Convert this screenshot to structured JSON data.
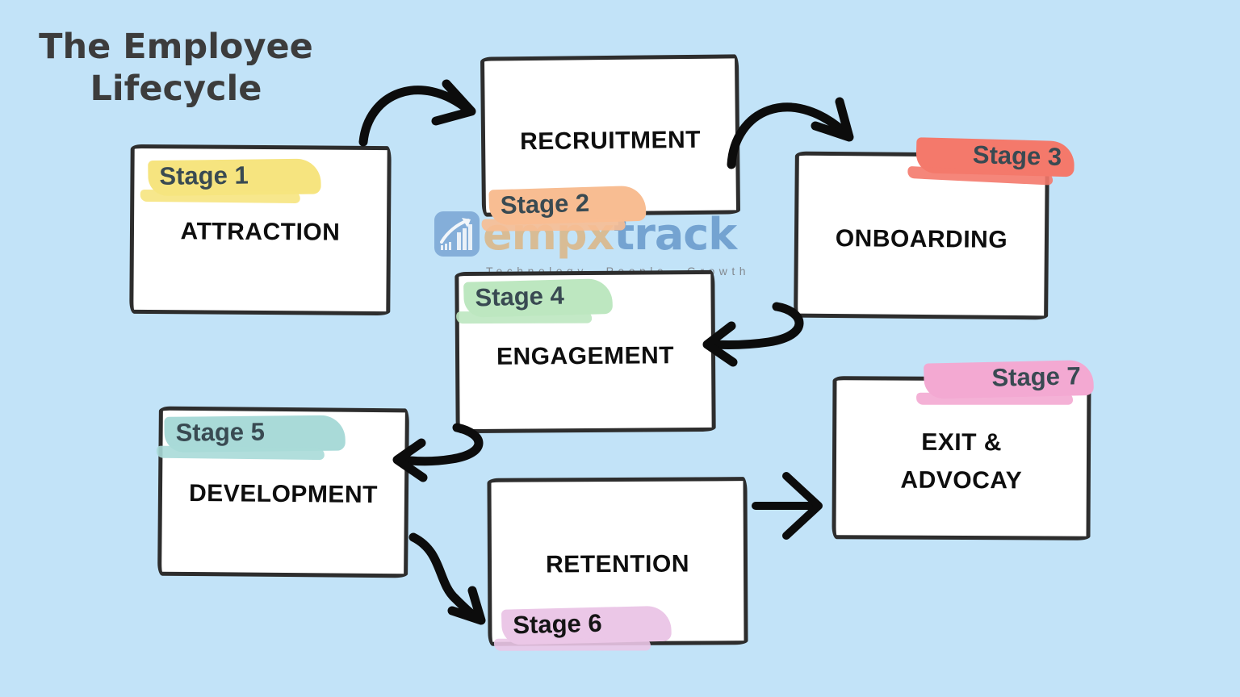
{
  "title": "The Employee Lifecycle",
  "logo": {
    "wordmark_part1": "empx",
    "wordmark_part2": "track",
    "tagline": "Technology. People. Growth",
    "icon": "bar-chart-growth-arrow",
    "colors": {
      "icon_bg": "#84AED9",
      "wordmark_part1": "#D8BC95",
      "wordmark_part2": "#74A3D1",
      "tagline": "#83898F"
    }
  },
  "stages": [
    {
      "label": "Stage 1",
      "name": "ATTRACTION",
      "highlight": "#F6E47F"
    },
    {
      "label": "Stage 2",
      "name": "RECRUITMENT",
      "highlight": "#F8BD92"
    },
    {
      "label": "Stage 3",
      "name": "ONBOARDING",
      "highlight": "#F4796B"
    },
    {
      "label": "Stage 4",
      "name": "ENGAGEMENT",
      "highlight": "#BDE7C0"
    },
    {
      "label": "Stage 5",
      "name": "DEVELOPMENT",
      "highlight": "#A9DAD8"
    },
    {
      "label": "Stage 6",
      "name": "RETENTION",
      "highlight": "#EBC7E7"
    },
    {
      "label": "Stage 7",
      "name": "EXIT & ADVOCAY",
      "highlight": "#F3A9D2"
    }
  ],
  "colors": {
    "background": "#C2E3F8",
    "box_fill": "#FFFFFF",
    "box_border": "#2D2D2D",
    "stage_text": "#394A52",
    "box_text": "#0E0E0E",
    "arrow": "#0C0C0C",
    "title": "#3C3C3C"
  }
}
